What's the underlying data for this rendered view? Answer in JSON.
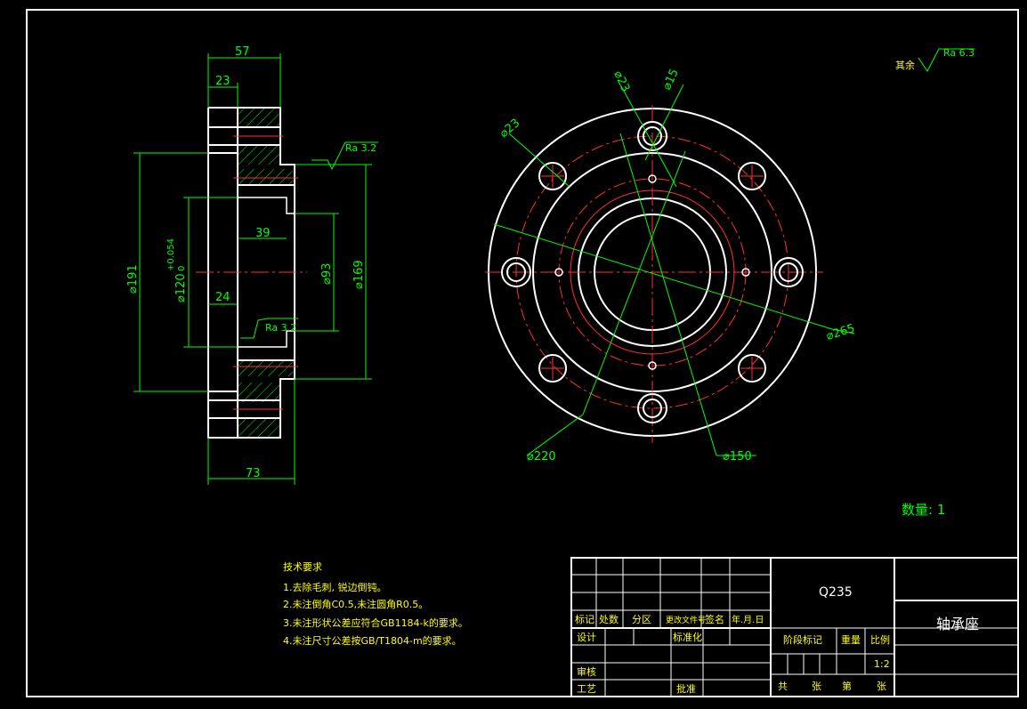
{
  "dimensions": {
    "side_top": "57",
    "side_23": "23",
    "side_39": "39",
    "side_24": "24",
    "side_bottom": "73",
    "dia_191": "⌀191",
    "dia_120": "⌀120",
    "tol_upper": "+0.054",
    "tol_lower": "0",
    "dia_93": "⌀93",
    "dia_169": "⌀169",
    "ra_top": "Ra 3.2",
    "ra_mid": "Ra 3.2",
    "front_23a": "⌀23",
    "front_15": "⌀15",
    "front_23b": "⌀23",
    "front_265": "⌀265",
    "front_220": "⌀220",
    "front_150": "⌀150"
  },
  "roughness_rest": {
    "prefix": "其余",
    "value": "Ra 6.3"
  },
  "quantity": "数量: 1",
  "tech_requirements": {
    "title": "技术要求",
    "items": [
      "1.去除毛刺, 锐边倒钝。",
      "2.未注倒角C0.5,未注圆角R0.5。",
      "3.未注形状公差应符合GB1184-k的要求。",
      "4.未注尺寸公差按GB/T1804-m的要求。"
    ]
  },
  "title_block": {
    "material": "Q235",
    "part_name": "轴承座",
    "row_headers": [
      "标记",
      "处数",
      "分区",
      "更改文件号",
      "签名",
      "年.月.日"
    ],
    "design": "设计",
    "standardization": "标准化",
    "review": "审核",
    "process": "工艺",
    "approve": "批准",
    "stage_mark": "阶段标记",
    "weight": "重量",
    "scale": "比例",
    "scale_value": "1:2",
    "total": "共",
    "sheets": "张",
    "sheet_no": "第",
    "sheets2": "张"
  }
}
